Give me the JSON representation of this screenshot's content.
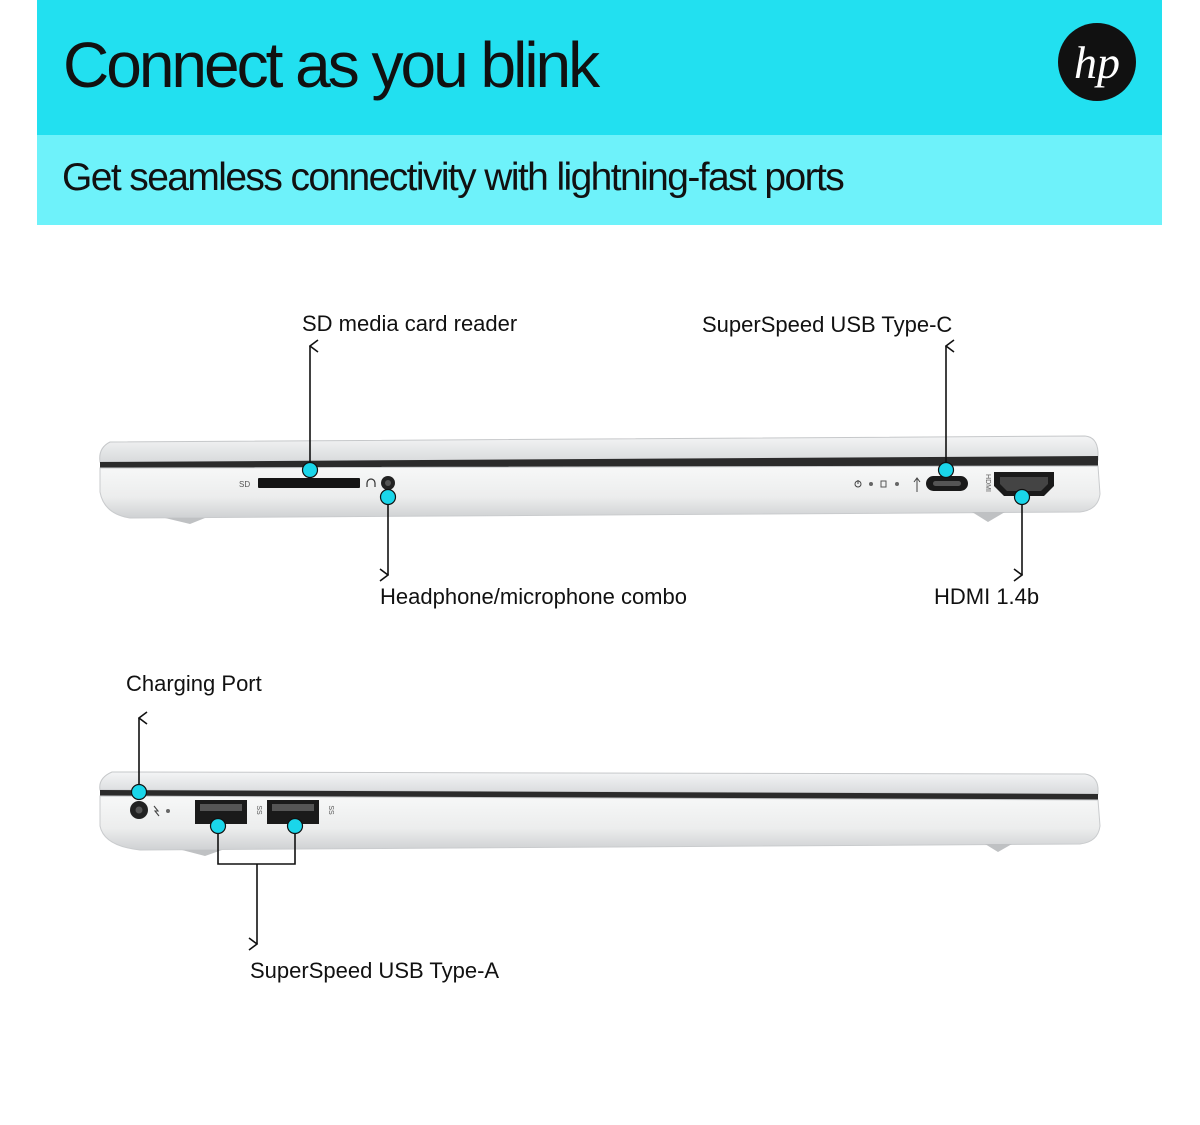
{
  "banner": {
    "headline": "Connect as you blink",
    "subheadline": "Get seamless connectivity with lightning-fast ports",
    "color_primary": "#22e0f0",
    "color_secondary": "#6ef2fa"
  },
  "brand": {
    "logo_text": "hp"
  },
  "right_side": {
    "sd_label": "SD media card reader",
    "usbc_label": "SuperSpeed USB Type-C",
    "audio_label": "Headphone/microphone combo",
    "hdmi_label": "HDMI 1.4b",
    "engraving_sd": "SD",
    "engraving_hdmi": "HDMI"
  },
  "left_side": {
    "charging_label": "Charging Port",
    "usba_label": "SuperSpeed USB Type-A",
    "engraving_usb1": "SS",
    "engraving_usb2": "SS"
  },
  "icons": [
    "headphone-icon",
    "power-icon",
    "usb-icon",
    "charging-icon",
    "hp-logo-icon"
  ],
  "marker_color": "#1ad6ea"
}
